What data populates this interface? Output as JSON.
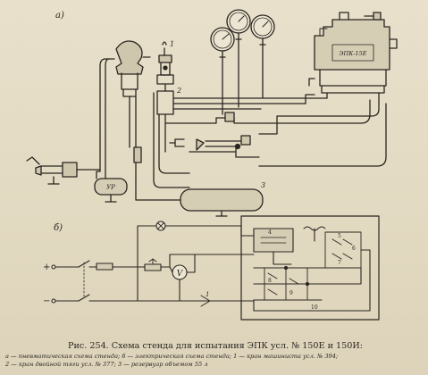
{
  "panel_labels": {
    "a": "а)",
    "b": "б)"
  },
  "gauge_faces": [
    "",
    "",
    ""
  ],
  "component_labels": {
    "epk": "ЭПК-15Е",
    "ur": "УР",
    "n1": "1",
    "n2": "2",
    "n3": "3",
    "plus": "+",
    "minus": "−",
    "voltmeter": "V",
    "n4": "4",
    "n5": "5",
    "n6": "6",
    "n7": "7",
    "n8": "8",
    "n9": "9",
    "n10": "10"
  },
  "caption": "Рис. 254. Схема стенда для испытания ЭПК усл. № 150Е и 150И:",
  "legend": {
    "line1": "а — пневматическая схема стенда; б — электрическая схема стенда; 1 — кран машиниста усл. № 394;",
    "line2": "2 — кран двойной тяги усл. № 377; 3 — резервуар объемом 55 л"
  },
  "colors": {
    "paper": "#e4dcc6",
    "ink": "#2a2620"
  }
}
